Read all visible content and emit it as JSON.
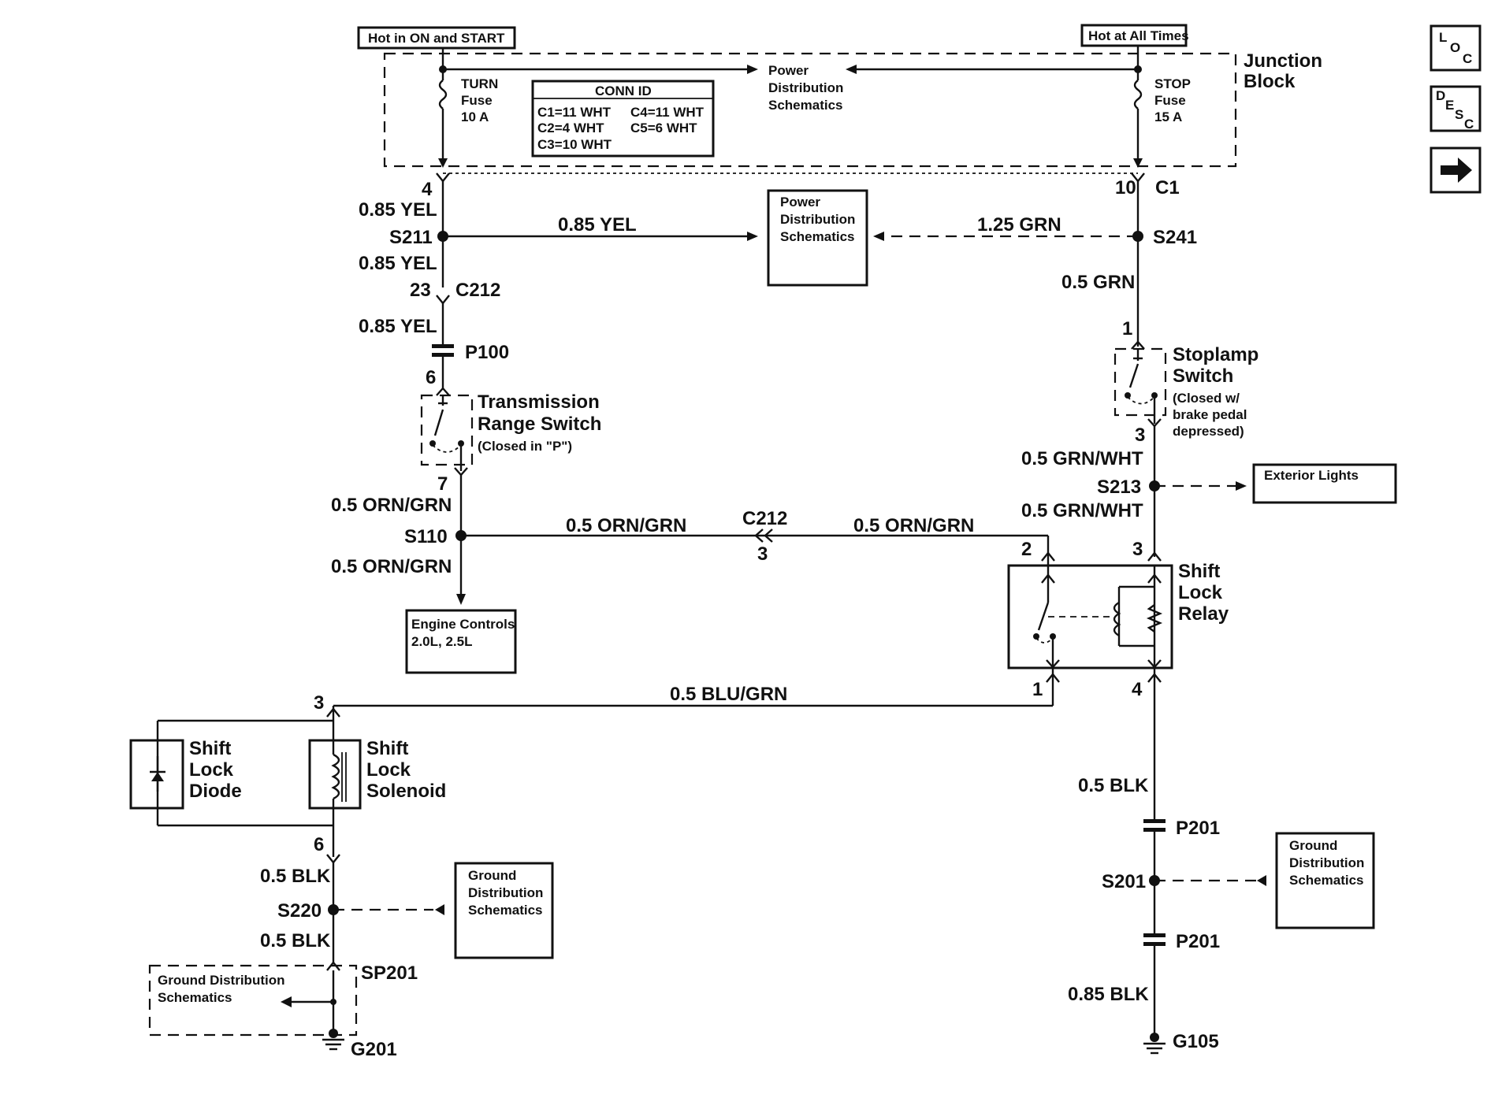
{
  "diagram": {
    "header_left": "Hot in ON and START",
    "header_right": "Hot at All Times",
    "junction_block": [
      "Junction",
      "Block"
    ],
    "turn_fuse": [
      "TURN",
      "Fuse",
      "10 A"
    ],
    "stop_fuse": [
      "STOP",
      "Fuse",
      "15 A"
    ],
    "conn_id": {
      "title": "CONN ID",
      "rows": [
        "C1=11 WHT",
        "C4=11 WHT",
        "C2=4 WHT",
        "C5=6 WHT",
        "C3=10 WHT"
      ]
    },
    "pds_top": [
      "Power",
      "Distribution",
      "Schematics"
    ],
    "pds_box": [
      "Power",
      "Distribution",
      "Schematics"
    ],
    "pin_4": "4",
    "pin_10": "10",
    "conn_c1": "C1",
    "wire_085_yel_1": "0.85 YEL",
    "s211": "S211",
    "wire_085_yel_h": "0.85 YEL",
    "wire_085_yel_2": "0.85 YEL",
    "pin_23": "23",
    "c212": "C212",
    "wire_085_yel_3": "0.85 YEL",
    "p100": "P100",
    "wire_125_grn": "1.25 GRN",
    "s241": "S241",
    "wire_05_grn": "0.5 GRN",
    "pin_1_stop": "1",
    "stoplamp": [
      "Stoplamp",
      "Switch",
      "(Closed w/",
      "brake pedal",
      "depressed)"
    ],
    "pin_3_stop": "3",
    "pin_6_trs": "6",
    "trs": [
      "Transmission",
      "Range Switch",
      "(Closed in \"P\")"
    ],
    "pin_7_trs": "7",
    "wire_orn_grn_1": "0.5 ORN/GRN",
    "s110": "S110",
    "wire_orn_grn_2": "0.5 ORN/GRN",
    "wire_orn_grn_h1": "0.5 ORN/GRN",
    "c212_mid": "C212",
    "c212_mid_pin": "3",
    "wire_orn_grn_h2": "0.5 ORN/GRN",
    "engine_controls": [
      "Engine Controls",
      "2.0L, 2.5L"
    ],
    "wire_grn_wht_1": "0.5 GRN/WHT",
    "s213": "S213",
    "wire_grn_wht_2": "0.5 GRN/WHT",
    "exterior_lights": "Exterior Lights",
    "relay_pin_2": "2",
    "relay_pin_3": "3",
    "relay": [
      "Shift",
      "Lock",
      "Relay"
    ],
    "relay_pin_1": "1",
    "relay_pin_4": "4",
    "wire_blu_grn": "0.5 BLU/GRN",
    "sol_pin_3": "3",
    "diode": [
      "Shift",
      "Lock",
      "Diode"
    ],
    "solenoid": [
      "Shift",
      "Lock",
      "Solenoid"
    ],
    "sol_pin_6": "6",
    "wire_05_blk_l1": "0.5 BLK",
    "s220": "S220",
    "wire_05_blk_l2": "0.5 BLK",
    "gds_left": [
      "Ground",
      "Distribution",
      "Schematics"
    ],
    "sp201": "SP201",
    "gds_dashed": [
      "Ground Distribution",
      "Schematics"
    ],
    "g201": "G201",
    "wire_05_blk_r": "0.5 BLK",
    "p201_a": "P201",
    "s201": "S201",
    "gds_right": [
      "Ground",
      "Distribution",
      "Schematics"
    ],
    "p201_b": "P201",
    "wire_085_blk": "0.85 BLK",
    "g105": "G105"
  },
  "nav": {
    "loc": [
      "L",
      "O",
      "C"
    ],
    "desc": [
      "D",
      "E",
      "S",
      "C"
    ],
    "next_icon": "right-arrow-icon"
  }
}
